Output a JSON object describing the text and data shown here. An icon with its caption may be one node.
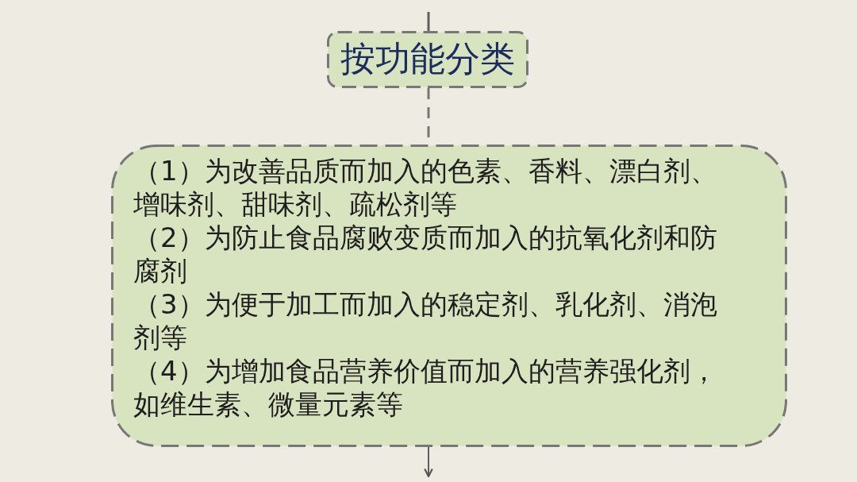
{
  "diagram": {
    "nodes": [
      {
        "text": [
          "按功能分类"
        ]
      },
      {
        "text": [
          "（1）为改善品质而加入的色素、香料、漂白剂、增味剂、甜味剂、疏松剂等",
          "（2）为防止食品腐败变质而加入的抗氧化剂和防腐剂",
          "（3）为便于加工而加入的稳定剂、乳化剂、消泡剂等",
          "（4）为增加食品营养价值而加入的营养强化剂，如维生素、微量元素等"
        ]
      }
    ],
    "edges": [
      {
        "from": null,
        "to": 0,
        "arrow": "none"
      },
      {
        "from": 0,
        "to": 1,
        "arrow": "none",
        "style": "dashed"
      },
      {
        "from": 1,
        "to": null,
        "arrow": "to"
      }
    ]
  }
}
